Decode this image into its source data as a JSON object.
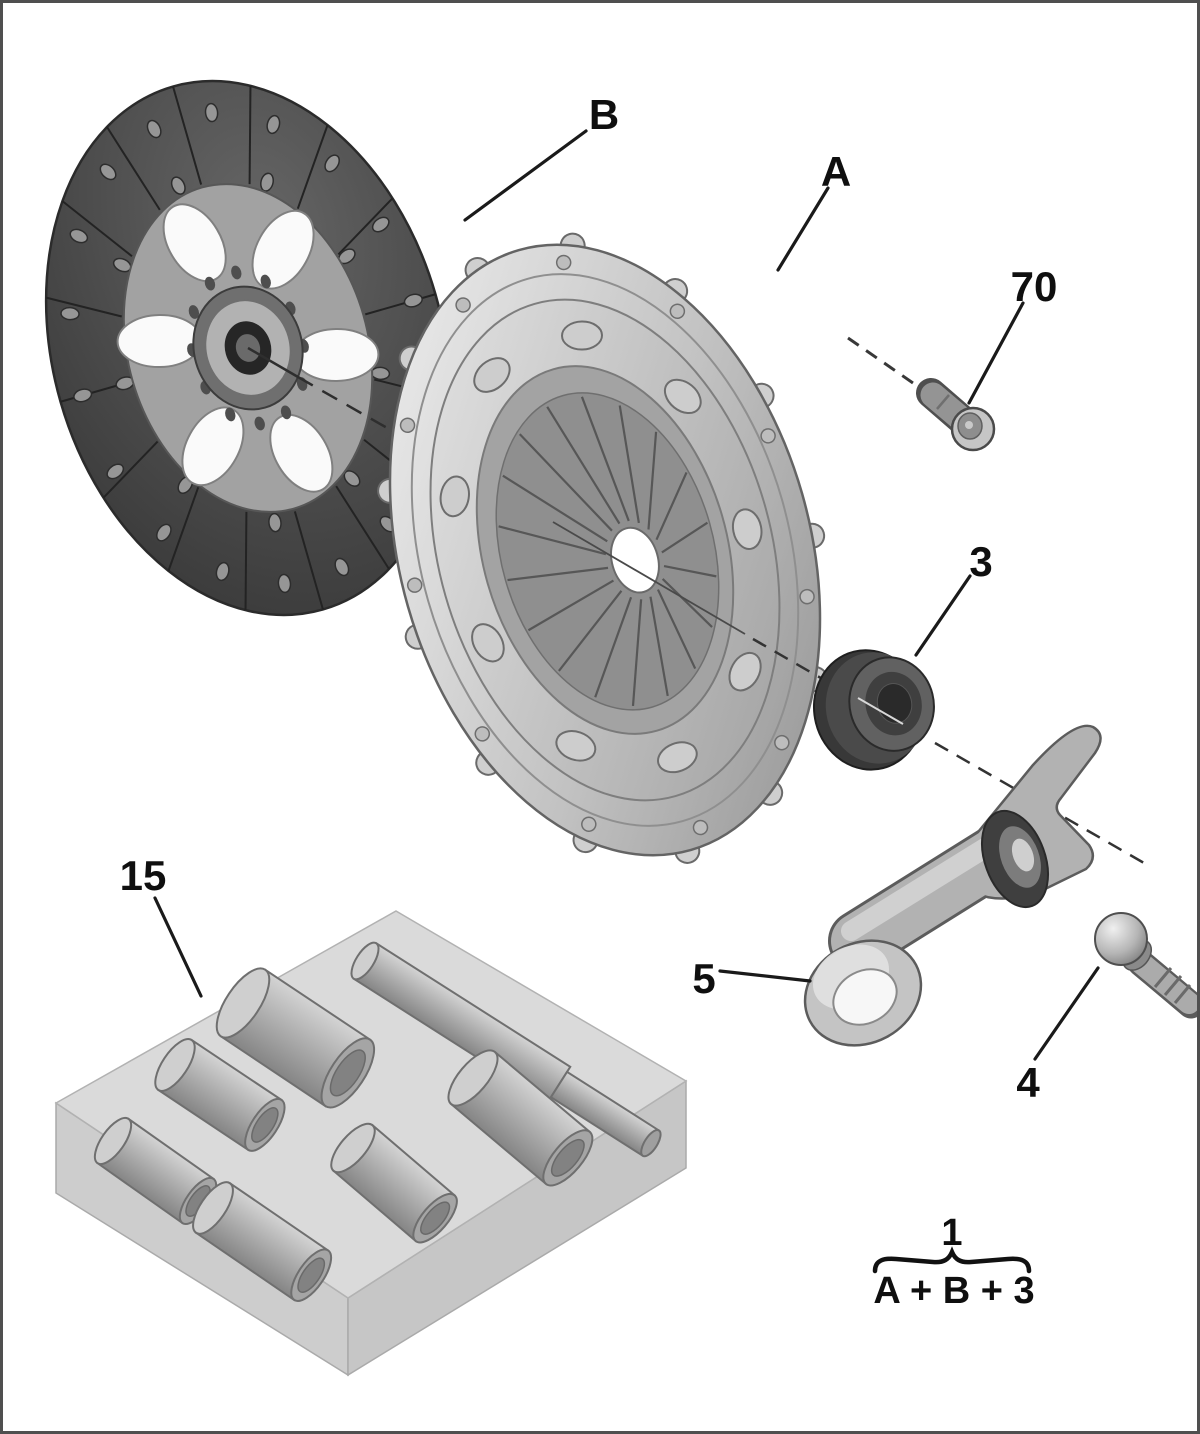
{
  "figure": {
    "kind": "exploded-parts-diagram",
    "labels": {
      "disc": "B",
      "cover": "A",
      "bolt": "70",
      "bearing": "3",
      "fork": "5",
      "ball_stud": "4",
      "kit_box": "15"
    },
    "formula": {
      "result": "1",
      "components": "A + B + 3"
    },
    "colors": {
      "background": "#ffffff",
      "frame": "#4f4f4f",
      "label_text": "#0f0f0f",
      "leader_line": "#1a1a1a",
      "part_dark": "#3f3f3f",
      "part_mid": "#9a9a9a",
      "part_light": "#d8d8d8"
    }
  }
}
